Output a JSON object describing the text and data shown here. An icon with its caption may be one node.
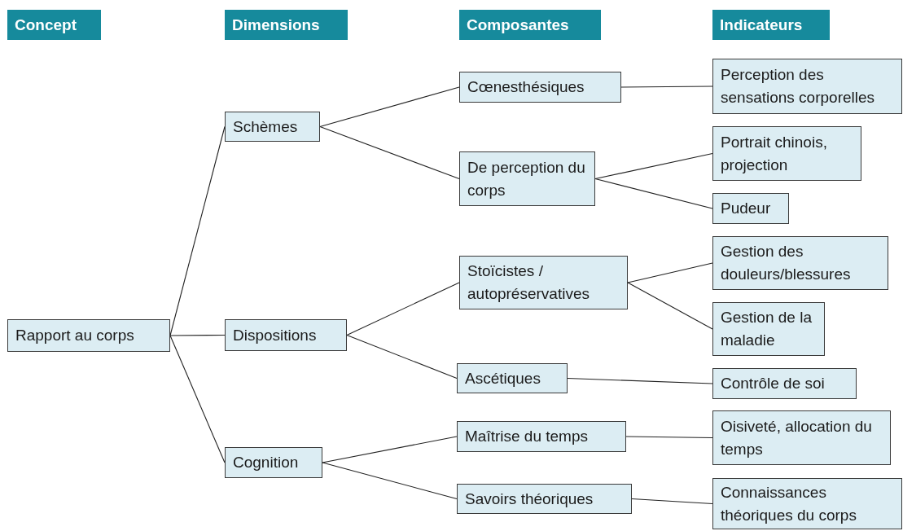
{
  "diagram": {
    "nodes": [
      {
        "text": [
          "Concept"
        ]
      },
      {
        "text": [
          "Dimensions"
        ]
      },
      {
        "text": [
          "Composantes"
        ]
      },
      {
        "text": [
          "Indicateurs"
        ]
      },
      {
        "text": [
          "Rapport au corps"
        ]
      },
      {
        "text": [
          "Schèmes"
        ]
      },
      {
        "text": [
          "Dispositions"
        ]
      },
      {
        "text": [
          "Cognition"
        ]
      },
      {
        "text": [
          "Cœnesthésiques"
        ]
      },
      {
        "text": [
          "De perception du corps"
        ]
      },
      {
        "text": [
          "Stoïcistes / autopréservatives"
        ]
      },
      {
        "text": [
          "Ascétiques"
        ]
      },
      {
        "text": [
          "Maîtrise du temps"
        ]
      },
      {
        "text": [
          "Savoirs théoriques"
        ]
      },
      {
        "text": [
          "Perception des sensations corporelles"
        ]
      },
      {
        "text": [
          "Portrait chinois, projection"
        ]
      },
      {
        "text": [
          "Pudeur"
        ]
      },
      {
        "text": [
          "Gestion des douleurs/blessures"
        ]
      },
      {
        "text": [
          "Gestion de la maladie"
        ]
      },
      {
        "text": [
          "Contrôle de soi"
        ]
      },
      {
        "text": [
          "Oisiveté, allocation du temps"
        ]
      },
      {
        "text": [
          "Connaissances théoriques du corps"
        ]
      }
    ],
    "edges": [
      {
        "from": 4,
        "to": 5,
        "arrow": "none"
      },
      {
        "from": 4,
        "to": 6,
        "arrow": "none"
      },
      {
        "from": 4,
        "to": 7,
        "arrow": "none"
      },
      {
        "from": 5,
        "to": 8,
        "arrow": "none"
      },
      {
        "from": 5,
        "to": 9,
        "arrow": "none"
      },
      {
        "from": 6,
        "to": 10,
        "arrow": "none"
      },
      {
        "from": 6,
        "to": 11,
        "arrow": "none"
      },
      {
        "from": 7,
        "to": 12,
        "arrow": "none"
      },
      {
        "from": 7,
        "to": 13,
        "arrow": "none"
      },
      {
        "from": 8,
        "to": 14,
        "arrow": "none"
      },
      {
        "from": 9,
        "to": 15,
        "arrow": "none"
      },
      {
        "from": 9,
        "to": 16,
        "arrow": "none"
      },
      {
        "from": 10,
        "to": 17,
        "arrow": "none"
      },
      {
        "from": 10,
        "to": 18,
        "arrow": "none"
      },
      {
        "from": 11,
        "to": 19,
        "arrow": "none"
      },
      {
        "from": 12,
        "to": 20,
        "arrow": "none"
      },
      {
        "from": 13,
        "to": 21,
        "arrow": "none"
      }
    ]
  }
}
